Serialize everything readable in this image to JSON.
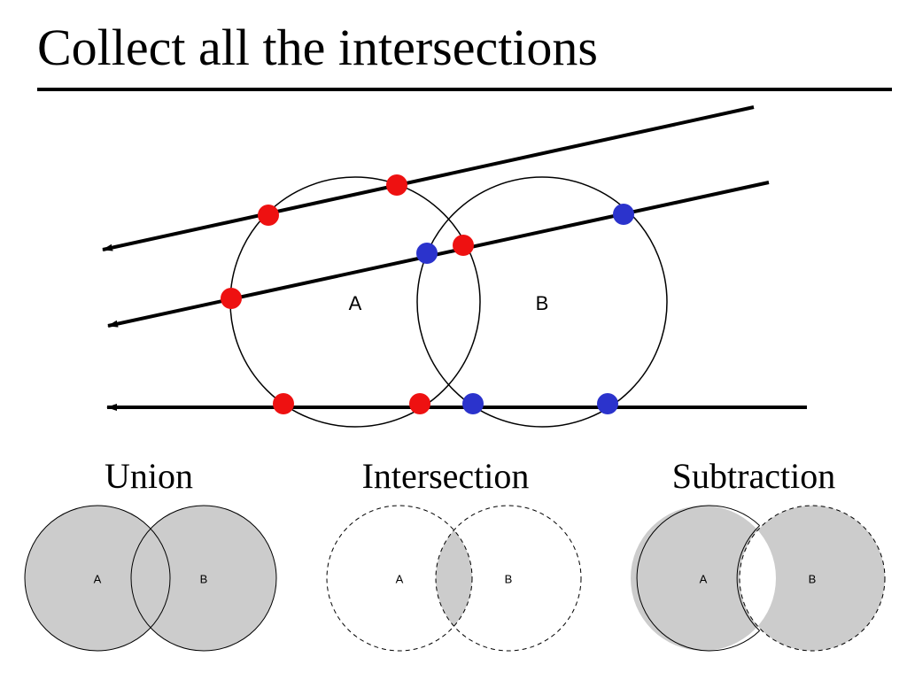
{
  "slide": {
    "title": "Collect all the intersections"
  },
  "main_diagram": {
    "circle_a_label": "A",
    "circle_b_label": "B",
    "colors": {
      "point_in_a": "#ee1111",
      "point_in_b": "#2b33cc",
      "stroke": "#000000"
    }
  },
  "operations": [
    {
      "label": "Union",
      "a_label": "A",
      "b_label": "B"
    },
    {
      "label": "Intersection",
      "a_label": "A",
      "b_label": "B"
    },
    {
      "label": "Subtraction",
      "a_label": "A",
      "b_label": "B"
    }
  ],
  "colors": {
    "fill_gray": "#cccccc"
  }
}
